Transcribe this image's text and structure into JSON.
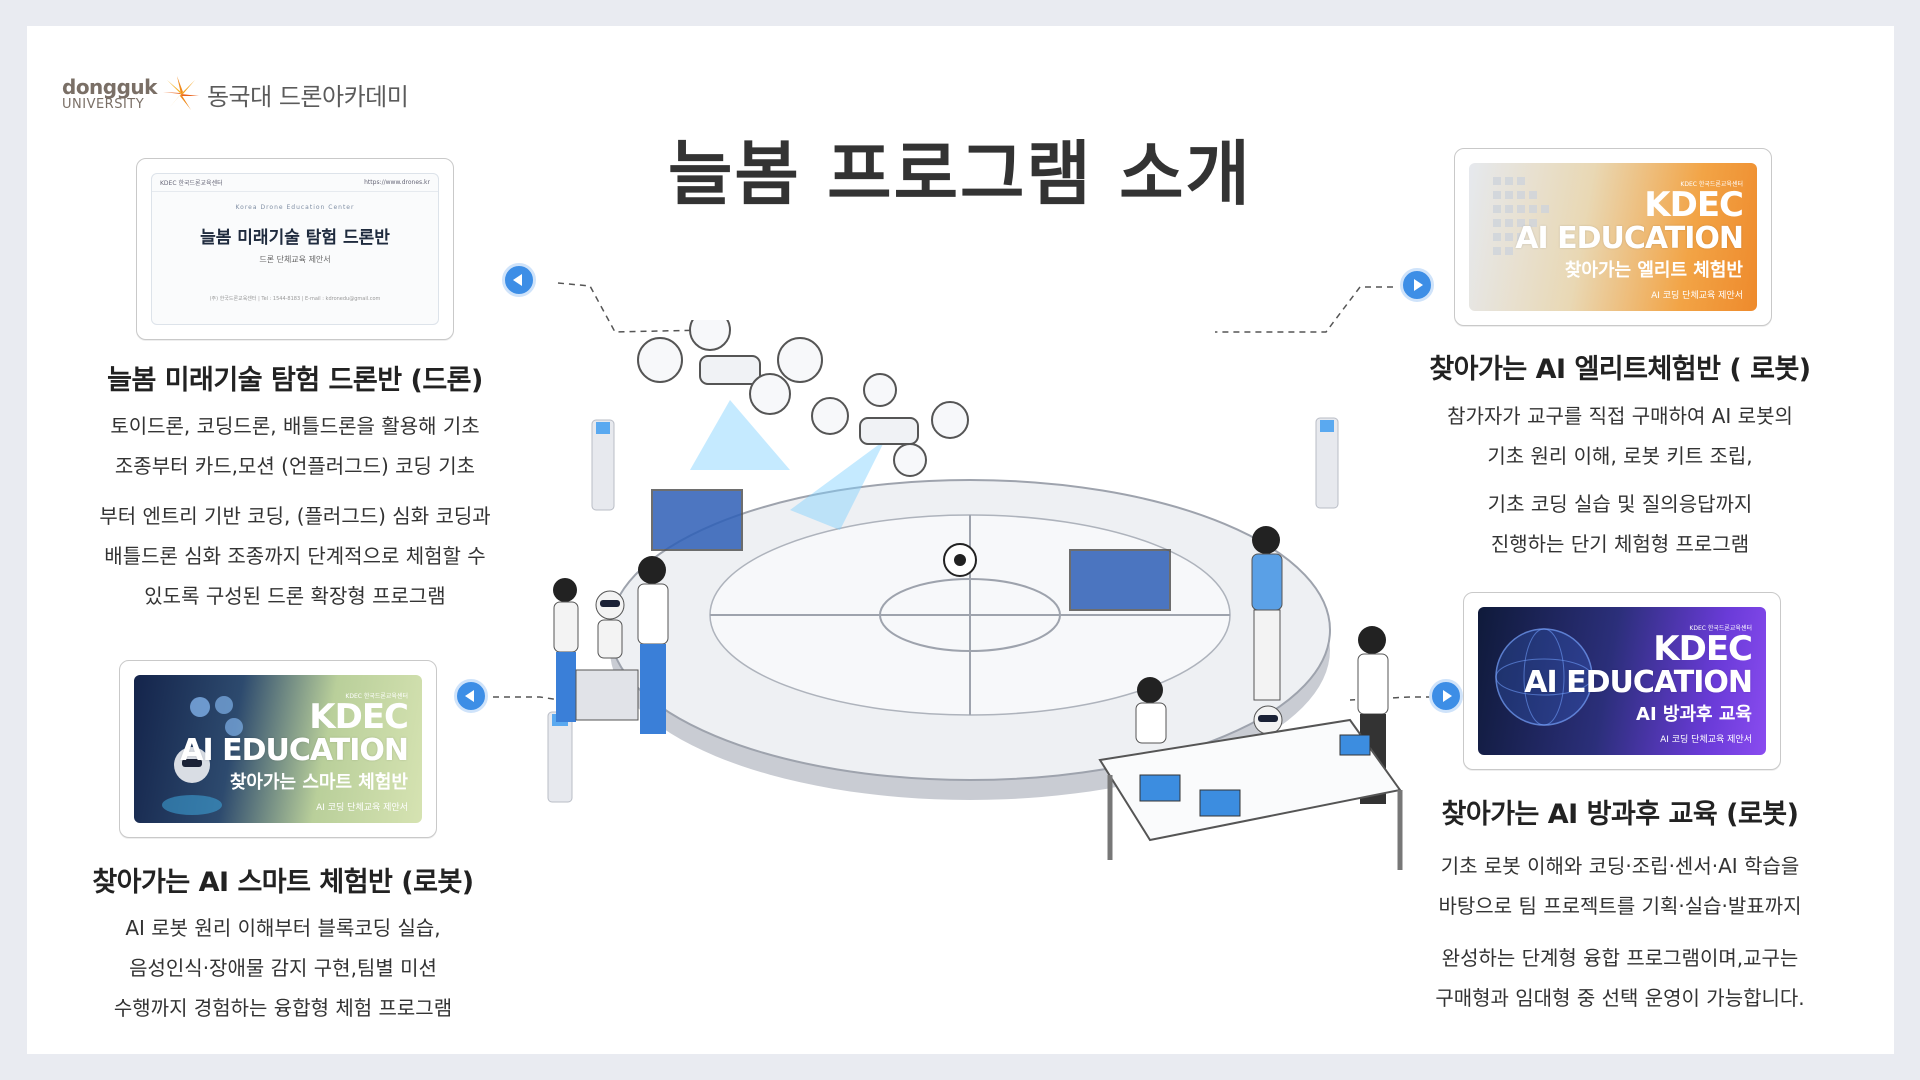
{
  "logo": {
    "brand_main": "dongguk",
    "brand_sub": "UNIVERSITY",
    "name_kr": "동국대 드론아카데미"
  },
  "page": {
    "title": "늘봄 프로그램 소개"
  },
  "colors": {
    "accent_blue": "#3d8ee6",
    "orange": "#ee8a2c",
    "purple": "#6a3bd8",
    "green": "#b9cf9a"
  },
  "card_drone": {
    "header_left": "KDEC 한국드론교육센터",
    "header_right": "https://www.drones.kr",
    "kicker": "Korea Drone Education Center",
    "title": "늘봄 미래기술 탐험 드론반",
    "subtitle": "드론 단체교육 제안서",
    "footer": "(주) 한국드론교육센터 | Tel : 1544-8183 | E-mail : kdronedu@gmail.com"
  },
  "card_elite": {
    "tag": "KDEC 한국드론교육센터",
    "kdec": "KDEC",
    "ai": "AI EDUCATION",
    "line": "찾아가는 엘리트 체험반",
    "small": "AI 코딩 단체교육 제안서"
  },
  "card_after": {
    "tag": "KDEC 한국드론교육센터",
    "kdec": "KDEC",
    "ai": "AI EDUCATION",
    "line": "AI 방과후 교육",
    "small": "AI 코딩 단체교육 제안서"
  },
  "card_smart": {
    "tag": "KDEC 한국드론교육센터",
    "kdec": "KDEC",
    "ai": "AI EDUCATION",
    "line": "찾아가는 스마트 체험반",
    "small": "AI 코딩 단체교육 제안서"
  },
  "section_drone": {
    "title": "늘봄 미래기술 탐험 드론반 (드론)",
    "lines": [
      "토이드론, 코딩드론, 배틀드론을 활용해 기초",
      "조종부터 카드,모션 (언플러그드) 코딩 기초",
      "부터 엔트리 기반 코딩, (플러그드) 심화 코딩과",
      "배틀드론 심화 조종까지  단계적으로 체험할 수",
      "있도록 구성된 드론 확장형 프로그램"
    ]
  },
  "section_elite": {
    "title": "찾아가는 AI 엘리트체험반 ( 로봇)",
    "lines": [
      "참가자가 교구를 직접 구매하여 AI 로봇의",
      "기초 원리 이해, 로봇 키트 조립,",
      "기초 코딩 실습 및 질의응답까지",
      "진행하는 단기 체험형 프로그램"
    ]
  },
  "section_smart": {
    "title": "찾아가는 AI 스마트 체험반 (로봇)",
    "lines": [
      "AI 로봇 원리 이해부터 블록코딩 실습,",
      "음성인식·장애물 감지 구현,팀별 미션",
      "수행까지 경험하는 융합형 체험 프로그램"
    ]
  },
  "section_after": {
    "title": "찾아가는 AI 방과후 교육 (로봇)",
    "lines": [
      "기초 로봇 이해와 코딩·조립·센서·AI 학습을",
      "바탕으로 팀 프로젝트를 기획·실습·발표까지",
      "완성하는 단계형 융합 프로그램이며,교구는",
      "구매형과 임대형 중 선택 운영이 가능합니다."
    ]
  }
}
